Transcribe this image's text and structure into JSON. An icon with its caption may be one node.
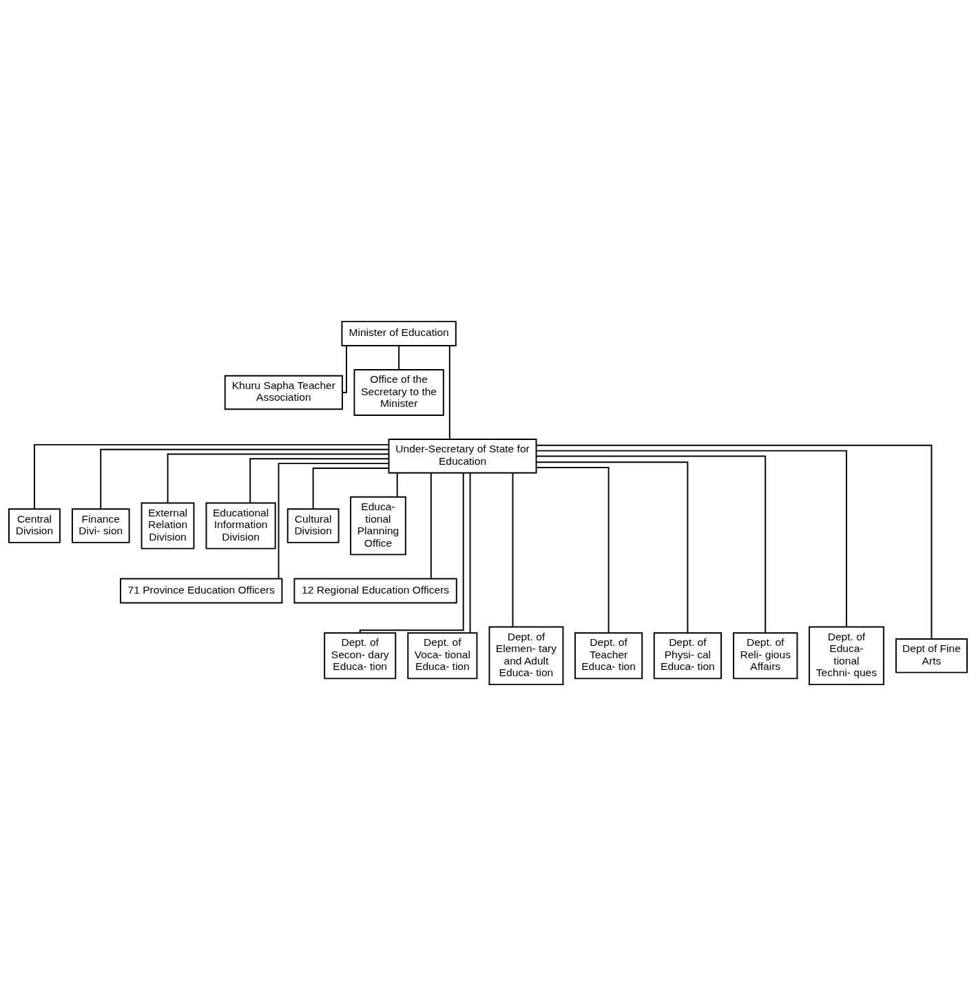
{
  "diagram": {
    "nodes": [
      {
        "text": [
          "Minister of Education"
        ]
      },
      {
        "text": [
          "Khuru Sapha Teacher Association"
        ]
      },
      {
        "text": [
          "Office of the Secretary to the Minister"
        ]
      },
      {
        "text": [
          "Under-Secretary of State for Education"
        ]
      },
      {
        "text": [
          "Central Division"
        ]
      },
      {
        "text": [
          "Finance Divi- sion"
        ]
      },
      {
        "text": [
          "External Relation Division"
        ]
      },
      {
        "text": [
          "Educational Information Division"
        ]
      },
      {
        "text": [
          "Cultural Division"
        ]
      },
      {
        "text": [
          "Educa- tional Planning Office"
        ]
      },
      {
        "text": [
          "71 Province Education Officers"
        ]
      },
      {
        "text": [
          "12 Regional Education Officers"
        ]
      },
      {
        "text": [
          "Dept. of Secon- dary Educa- tion"
        ]
      },
      {
        "text": [
          "Dept. of Voca- tional Educa- tion"
        ]
      },
      {
        "text": [
          "Dept. of Elemen- tary and Adult Educa- tion"
        ]
      },
      {
        "text": [
          "Dept. of Teacher Educa- tion"
        ]
      },
      {
        "text": [
          "Dept. of Physi- cal Educa- tion"
        ]
      },
      {
        "text": [
          "Dept. of Reli- gious Affairs"
        ]
      },
      {
        "text": [
          "Dept. of Educa- tional Techni- ques"
        ]
      },
      {
        "text": [
          "Dept of Fine Arts"
        ]
      }
    ],
    "edges": [
      {
        "from": 0,
        "to": 1,
        "arrow": "none"
      },
      {
        "from": 0,
        "to": 2,
        "arrow": "none"
      },
      {
        "from": 0,
        "to": 3,
        "arrow": "none"
      },
      {
        "from": 3,
        "to": 4,
        "arrow": "none"
      },
      {
        "from": 3,
        "to": 5,
        "arrow": "none"
      },
      {
        "from": 3,
        "to": 6,
        "arrow": "none"
      },
      {
        "from": 3,
        "to": 7,
        "arrow": "none"
      },
      {
        "from": 3,
        "to": 8,
        "arrow": "none"
      },
      {
        "from": 3,
        "to": 9,
        "arrow": "none"
      },
      {
        "from": 3,
        "to": 10,
        "arrow": "none"
      },
      {
        "from": 3,
        "to": 11,
        "arrow": "none"
      },
      {
        "from": 3,
        "to": 12,
        "arrow": "none"
      },
      {
        "from": 3,
        "to": 13,
        "arrow": "none"
      },
      {
        "from": 3,
        "to": 14,
        "arrow": "none"
      },
      {
        "from": 3,
        "to": 15,
        "arrow": "none"
      },
      {
        "from": 3,
        "to": 16,
        "arrow": "none"
      },
      {
        "from": 3,
        "to": 17,
        "arrow": "none"
      },
      {
        "from": 3,
        "to": 18,
        "arrow": "none"
      },
      {
        "from": 3,
        "to": 19,
        "arrow": "none"
      }
    ]
  }
}
